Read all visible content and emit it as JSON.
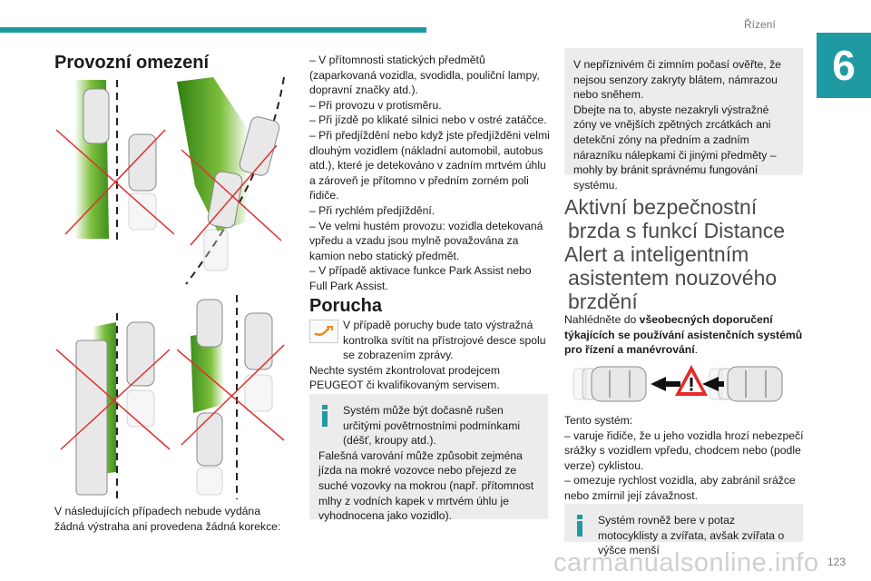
{
  "header": {
    "section": "Řízení",
    "chapter": "6",
    "page_number": "123"
  },
  "left": {
    "title": "Provozní omezení",
    "intro": "V následujících případech nebude vydána žádná výstraha ani provedena žádná korekce:"
  },
  "middle": {
    "list": [
      "– V přítomnosti statických předmětů (zaparkovaná vozidla, svodidla, pouliční lampy, dopravní značky atd.).",
      "– Při provozu v protisměru.",
      "– Při jízdě po klikaté silnici nebo v ostré zatáčce.",
      "– Při předjíždění nebo když jste předjížděni velmi dlouhým vozidlem (nákladní automobil, autobus atd.), které je detekováno v zadním mrtvém úhlu a zároveň je přítomno v předním zorném poli řidiče.",
      "– Při rychlém předjíždění.",
      "– Ve velmi hustém provozu: vozidla detekovaná vpředu a vzadu jsou mylně považována za kamion nebo statický předmět.",
      "– V případě aktivace funkce Park Assist nebo Full Park Assist."
    ],
    "fault_title": "Porucha",
    "fault_text_1": "V případě poruchy bude tato výstražná kontrolka svítit na přístrojové desce spolu se zobrazením zprávy.",
    "fault_text_2": "Nechte systém zkontrolovat prodejcem PEUGEOT či kvalifikovaným servisem.",
    "info": {
      "first": "Systém může být dočasně rušen určitými povětrnostními podmínkami (déšť, kroupy atd.).",
      "second": "Falešná varování může způsobit zejména jízda na mokré vozovce nebo přejezd ze suché vozovky na mokrou (např. přítomnost mlhy z vodních kapek v mrtvém úhlu je vyhodnocena jako vozidlo)."
    }
  },
  "right": {
    "box_text_1": "V nepříznivém či zimním počasí ověřte, že nejsou senzory zakryty blátem, námrazou nebo sněhem.",
    "box_text_2": "Dbejte na to, abyste nezakryli výstražné zóny ve vnějších zpětných zrcátkách ani detekční zóny na předním a zadním nárazníku nálepkami či jinými předměty – mohly by bránit správnému fungování systému.",
    "heading_lines": [
      "Aktivní bezpečnostní",
      "brzda s funkcí Distance",
      "Alert a inteligentním",
      "asistentem nouzového",
      "brzdění"
    ],
    "see_prefix": "Nahlédněte do ",
    "see_bold": "všeobecných doporučení týkajících se používání asistenčních systémů pro řízení a manévrování",
    "see_suffix": ".",
    "system_intro": "Tento systém:",
    "system_list": [
      "– varuje řidiče, že u jeho vozidla hrozí nebezpečí srážky s vozidlem vpředu, chodcem nebo (podle verze) cyklistou.",
      "– omezuje rychlost vozidla, aby zabránil srážce nebo zmírnil její závažnost."
    ],
    "bottom_info": "Systém rovněž bere v potaz motocyklisty a zvířata, avšak zvířata o výšce menší"
  },
  "watermark": "carmanualsonline.info",
  "colors": {
    "accent": "#1f9aa3",
    "zone_green": "#3f8f1f",
    "cross_red": "#e03030",
    "info_bg": "#ececec"
  }
}
